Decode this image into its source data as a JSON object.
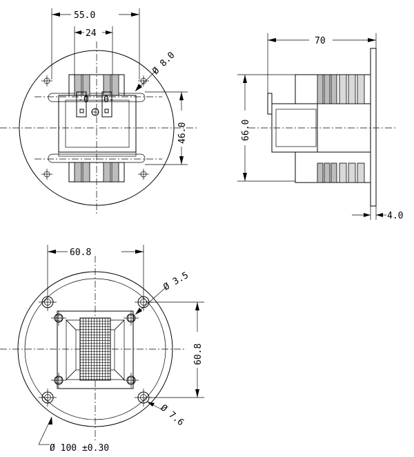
{
  "front_view": {
    "dim_width_outer": "55.0",
    "dim_width_inner": "24",
    "dim_hole_dia": "Ø 8.0",
    "dim_height_right": "46.0"
  },
  "side_view": {
    "dim_depth": "70",
    "dim_height": "66.0",
    "dim_flange_thickness": "4.0"
  },
  "rear_view": {
    "dim_hole_spacing_h": "60.8",
    "dim_hole_spacing_v": "60.8",
    "dim_small_hole": "Ø 3.5",
    "dim_large_hole": "Ø 7.6",
    "dim_body_dia": "Ø  100 ±0.30"
  }
}
